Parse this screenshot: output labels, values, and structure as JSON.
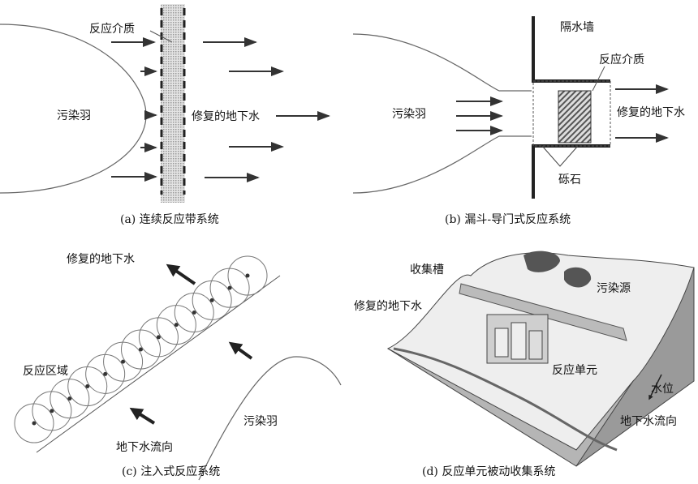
{
  "panel_a": {
    "medium_label": "反应介质",
    "plume_label": "污染羽",
    "treated_label": "修复的地下水",
    "caption": "(a) 连续反应带系统"
  },
  "panel_b": {
    "wall_label": "隔水墙",
    "medium_label": "反应介质",
    "plume_label": "污染羽",
    "treated_label": "修复的地下水",
    "gravel_label": "砾石",
    "caption": "(b) 漏斗-导门式反应系统"
  },
  "panel_c": {
    "treated_label": "修复的地下水",
    "zone_label": "反应区域",
    "plume_label": "污染羽",
    "flow_label": "地下水流向",
    "caption": "(c) 注入式反应系统"
  },
  "panel_d": {
    "trench_label": "收集槽",
    "source_label": "污染源",
    "treated_label": "修复的地下水",
    "cell_label": "反应单元",
    "watertable_label": "水位",
    "flow_label": "地下水流向",
    "caption": "(d) 反应单元被动收集系统"
  },
  "colors": {
    "line": "#333333",
    "medium": "#bbbbbb",
    "block_side": "#9a9a9a",
    "block_top": "#eeeeee",
    "source": "#555555"
  }
}
